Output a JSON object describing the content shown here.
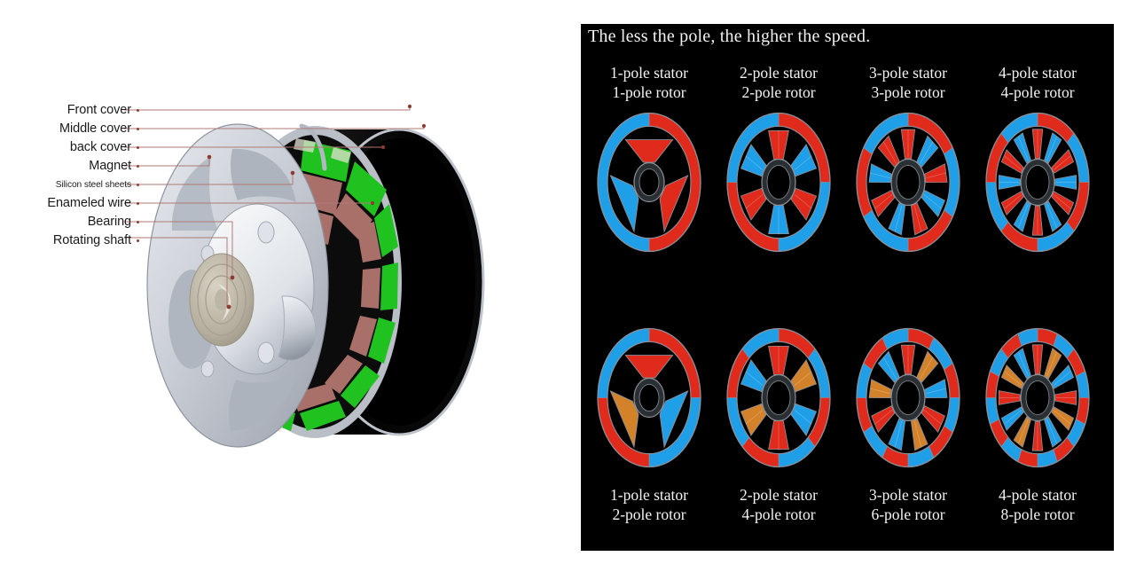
{
  "page": {
    "background": "#ffffff"
  },
  "motor_figure": {
    "title": "brushless outrunner motor cutaway",
    "callouts": [
      {
        "label": "Front cover",
        "size": "normal"
      },
      {
        "label": "Middle cover",
        "size": "normal"
      },
      {
        "label": "back cover",
        "size": "normal"
      },
      {
        "label": "Magnet",
        "size": "normal"
      },
      {
        "label": "Silicon steel sheets",
        "size": "small"
      },
      {
        "label": "Enameled wire",
        "size": "normal"
      },
      {
        "label": "Bearing",
        "size": "normal"
      },
      {
        "label": "Rotating shaft",
        "size": "normal"
      }
    ],
    "colors": {
      "leader_line": "#b07a74",
      "leader_dot": "#8d3b35",
      "housing": "#c3c7cf",
      "housing_light": "#e2e5ea",
      "housing_dark": "#9aa0ab",
      "magnet_green": "#1fc21f",
      "coil_copper": "#a9706a",
      "shell_black": "#050505",
      "bearing": "#b9b2a4",
      "label_text": "#1a1a1a"
    }
  },
  "pole_panel": {
    "heading": "The less the pole, the higher the speed.",
    "background": "#000000",
    "heading_color": "#f2f2f2",
    "caption_color": "#f4f4f4",
    "colors": {
      "red": "#e02b1c",
      "blue": "#1f9fe8",
      "blue_dark": "#1459c7",
      "orange": "#d4822a",
      "outline": "#8d9099",
      "core": "#2a2f33"
    },
    "rows": [
      {
        "row_name": "equal-pole-row",
        "cells": [
          {
            "stator_label": "1-pole stator",
            "rotor_label": "1-pole rotor",
            "teeth": 3,
            "ring_segments": 2,
            "coil_colors": [
              "red",
              "red",
              "blue"
            ],
            "style": "three-lobe"
          },
          {
            "stator_label": "2-pole stator",
            "rotor_label": "2-pole rotor",
            "teeth": 6,
            "ring_segments": 4,
            "coil_colors": [
              "red",
              "blue",
              "red",
              "blue",
              "red",
              "blue"
            ],
            "style": "spoke"
          },
          {
            "stator_label": "3-pole stator",
            "rotor_label": "3-pole rotor",
            "teeth": 9,
            "ring_segments": 6,
            "coil_colors": [
              "red",
              "blue",
              "red",
              "blue",
              "red",
              "blue",
              "red",
              "blue",
              "red"
            ],
            "style": "spoke"
          },
          {
            "stator_label": "4-pole stator",
            "rotor_label": "4-pole rotor",
            "teeth": 12,
            "ring_segments": 8,
            "coil_colors": [
              "red",
              "blue",
              "red",
              "blue",
              "red",
              "blue",
              "red",
              "blue",
              "red",
              "blue",
              "red",
              "blue"
            ],
            "style": "spoke"
          }
        ]
      },
      {
        "row_name": "doubled-rotor-row",
        "cells": [
          {
            "stator_label": "1-pole stator",
            "rotor_label": "2-pole rotor",
            "teeth": 3,
            "ring_segments": 4,
            "coil_colors": [
              "red",
              "blue",
              "orange"
            ],
            "style": "three-lobe"
          },
          {
            "stator_label": "2-pole stator",
            "rotor_label": "4-pole rotor",
            "teeth": 6,
            "ring_segments": 8,
            "coil_colors": [
              "red",
              "orange",
              "blue",
              "red",
              "orange",
              "blue"
            ],
            "style": "spoke"
          },
          {
            "stator_label": "3-pole stator",
            "rotor_label": "6-pole rotor",
            "teeth": 9,
            "ring_segments": 12,
            "coil_colors": [
              "red",
              "orange",
              "blue",
              "red",
              "orange",
              "blue",
              "red",
              "orange",
              "blue"
            ],
            "style": "spoke"
          },
          {
            "stator_label": "4-pole stator",
            "rotor_label": "8-pole rotor",
            "teeth": 12,
            "ring_segments": 16,
            "coil_colors": [
              "red",
              "orange",
              "blue",
              "red",
              "orange",
              "blue",
              "red",
              "orange",
              "blue",
              "red",
              "orange",
              "blue"
            ],
            "style": "spoke"
          }
        ]
      }
    ]
  }
}
